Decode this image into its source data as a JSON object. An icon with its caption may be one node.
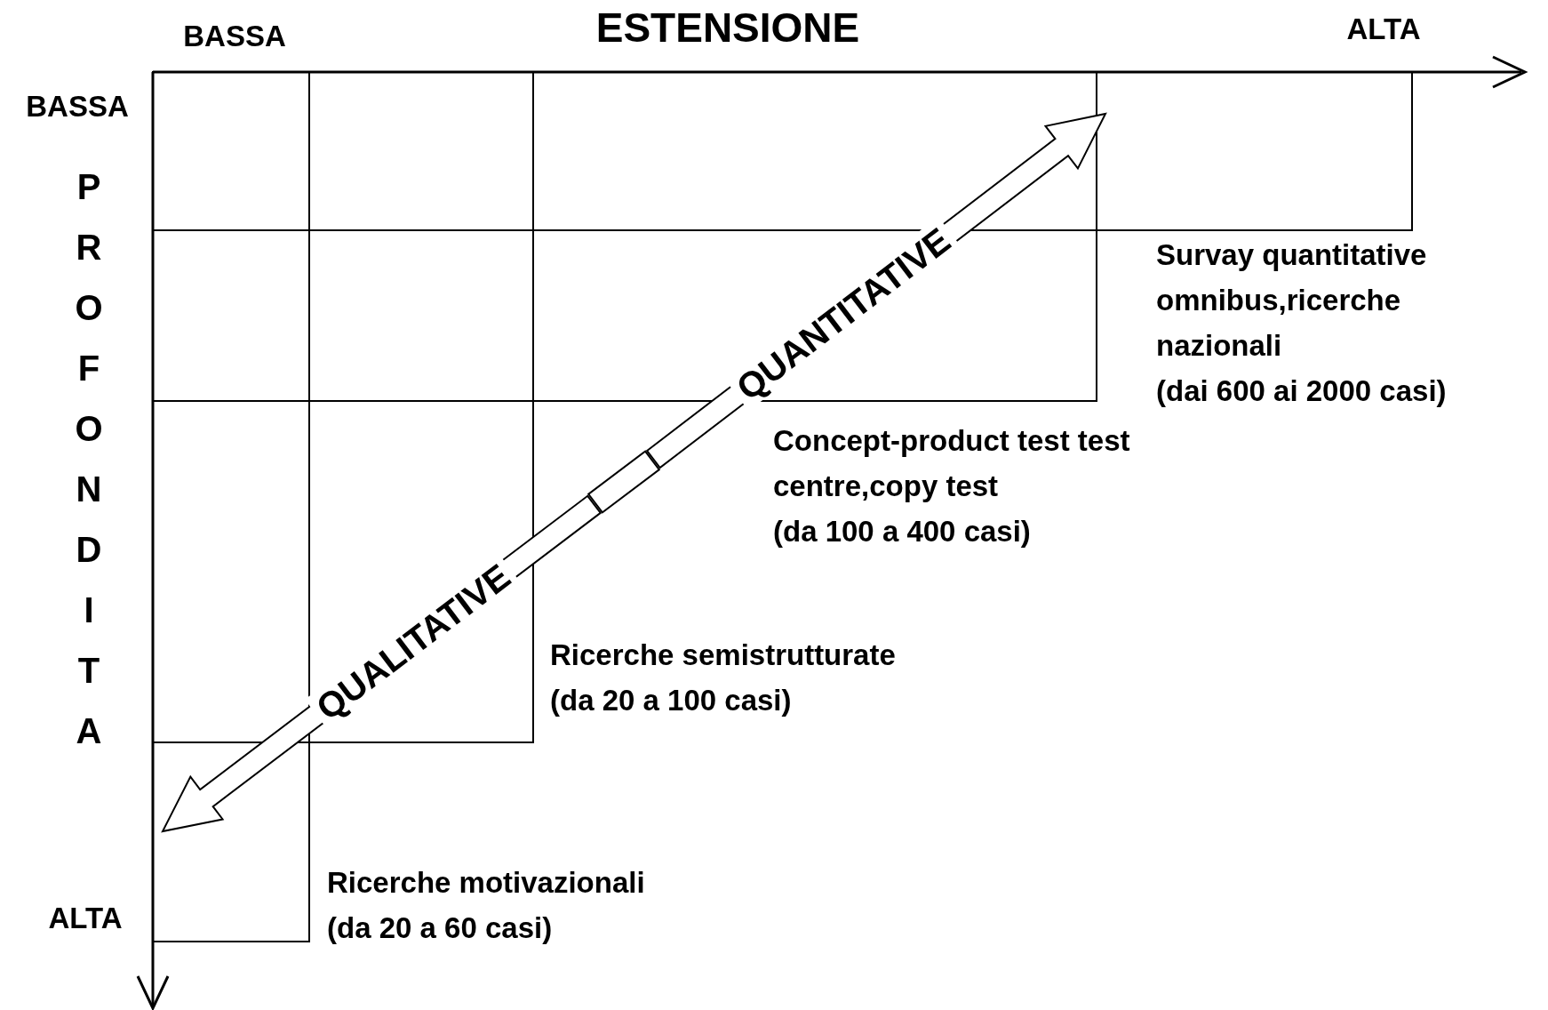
{
  "diagram": {
    "nodes": [
      {
        "text": [
          "Survay quantitative omnibus,ricerche nazionali",
          "(dai 600 ai 2000 casi)"
        ]
      },
      {
        "text": [
          "Concept-product test test centre,copy test",
          "(da 100 a 400 casi)"
        ]
      },
      {
        "text": [
          "Ricerche semistrutturate",
          "(da 20 a 100 casi)"
        ]
      },
      {
        "text": [
          "Ricerche motivazionali",
          "(da 20 a 60 casi)"
        ]
      },
      {
        "text": [],
        "shape": "box"
      }
    ],
    "edges": [
      {
        "from": 4,
        "to": null,
        "arrow": "to",
        "label": "QUANTITATIVE"
      },
      {
        "from": 4,
        "to": null,
        "arrow": "to",
        "label": "QUALITATIVE"
      }
    ],
    "labels": [
      "BASSA",
      "ESTENSIONE",
      "ALTA",
      "BASSA",
      "PROFONDITA",
      "ALTA"
    ]
  }
}
